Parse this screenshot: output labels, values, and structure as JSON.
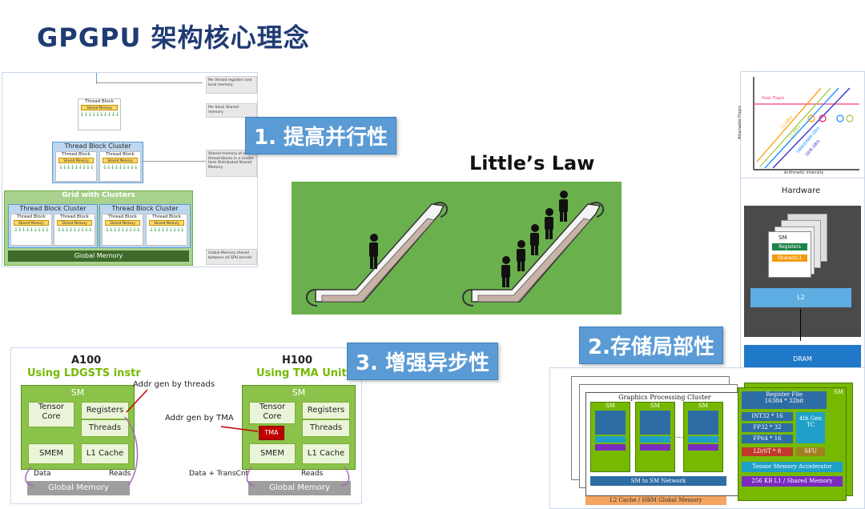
{
  "page": {
    "title": "GPGPU 架构核心理念"
  },
  "callouts": {
    "c1": "1. 提高并行性",
    "c2": "2.存储局部性",
    "c3": "3. 增强异步性"
  },
  "little": {
    "title": "Little’s Law"
  },
  "hierarchy": {
    "thread_block": "Thread Block",
    "shared_memory": "Shared Memory",
    "thread_block_cluster": "Thread Block Cluster",
    "grid_with_clusters": "Grid with Clusters",
    "global_memory": "Global Memory",
    "notes": [
      "Per thread registers and local memory",
      "Per block Shared memory",
      "Shared memory of all thread blocks in a cluster form Distributed Shared Memory",
      "Global Memory shared between all GPU kernels"
    ]
  },
  "roofline": {
    "ylabel": "Attainable Flop/s",
    "xlabel": "Arithmetic Intensity",
    "peak": "Peak Flop/s",
    "lines": [
      "L1 GB/s",
      "L2 GB/s",
      "HBM/DRAM GB/s",
      "DDR GB/s"
    ]
  },
  "hardware": {
    "title": "Hardware",
    "sm": "SM",
    "registers": "Registers",
    "shared_l1": "Shared/L1",
    "l2": "L2",
    "dram": "DRAM"
  },
  "async": {
    "a100_title": "A100",
    "a100_sub": "Using LDGSTS instr",
    "h100_title": "H100",
    "h100_sub": "Using TMA Unit",
    "sm": "SM",
    "tensor_core": "Tensor Core",
    "registers": "Registers",
    "threads": "Threads",
    "smem": "SMEM",
    "l1_cache": "L1 Cache",
    "global_memory": "Global Memory",
    "tma": "TMA",
    "addr_threads": "Addr gen by threads",
    "addr_tma": "Addr gen by TMA",
    "data": "Data",
    "reads_left": "Reads",
    "data_transcnt": "Data + TransCnt",
    "reads_right": "Reads"
  },
  "gpc": {
    "title": "Graphics Processing Cluster",
    "sm": "SM",
    "sm_network": "SM to SM Network",
    "l2": "L2 Cache / HBM Global Memory",
    "register_file": "Register File",
    "rf_size": "16384 * 32bit",
    "int32": "INT32 * 16",
    "fp32": "FP32  * 32",
    "fp64": "FP64  * 16",
    "tc": "4th Gen TC",
    "ldst": "LD/ST * 8",
    "sfu": "SFU",
    "tma": "Tensor Memory Accelerator",
    "l1": "256 KB L1 / Shared Memory",
    "ellipsis": "..."
  },
  "colors": {
    "brand": "#1f3b73",
    "callout": "#5b9bd5",
    "nvgreen": "#76b900",
    "escalator_bg": "#6ab04c"
  }
}
